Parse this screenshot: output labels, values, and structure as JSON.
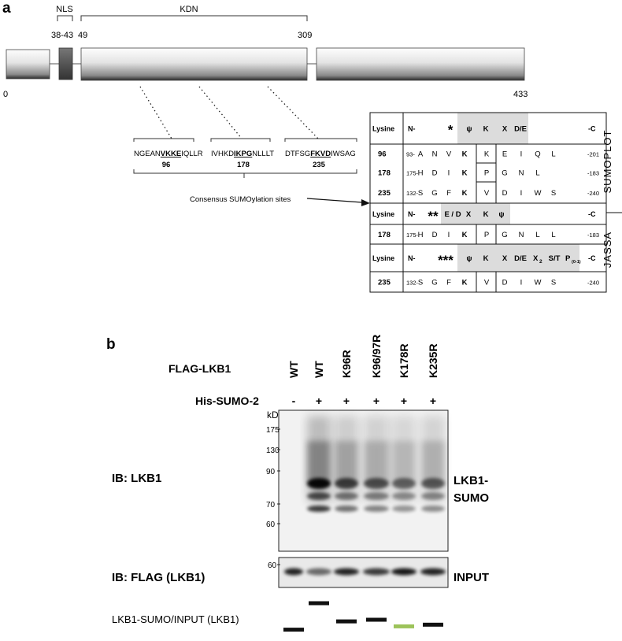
{
  "panel_a": {
    "letter": "a",
    "nls_label": "NLS",
    "kdn_label": "KDN",
    "nls_range": "38-43",
    "pos_49": "49",
    "pos_309": "309",
    "pos_0": "0",
    "pos_433": "433",
    "motifs": [
      {
        "pre": "NGEAN",
        "core": "VKKE",
        "post": "IQLLR",
        "num": "96"
      },
      {
        "pre": "IVHKD",
        "core": "IKPG",
        "post": "NLLLT",
        "num": "178"
      },
      {
        "pre": "DTFSG",
        "core": "FKVD",
        "post": "IWSAG",
        "num": "235"
      }
    ],
    "consensus_label": "Consensus SUMOylation sites",
    "sumoplot_label": "SUMOPLOT",
    "jassa_label": "JASSA",
    "table": {
      "lysine": "Lysine",
      "n_term": "N-",
      "c_term": "-C",
      "sumoplot_header": {
        "star": "*",
        "cells": [
          "ψ",
          "K",
          "X",
          "D/E"
        ]
      },
      "sumoplot_rows": [
        {
          "lys": "96",
          "start": "93-",
          "res": [
            "A",
            "N",
            "V",
            "K",
            "K",
            "E",
            "I",
            "Q",
            "L"
          ],
          "end": "-201"
        },
        {
          "lys": "178",
          "start": "175-",
          "res": [
            "H",
            "D",
            "I",
            "K",
            "P",
            "G",
            "N",
            "L",
            ""
          ],
          "end": "-183"
        },
        {
          "lys": "235",
          "start": "132-",
          "res": [
            "S",
            "G",
            "F",
            "K",
            "V",
            "D",
            "I",
            "W",
            "S"
          ],
          "end": "-240"
        }
      ],
      "jassa_header1": {
        "stars": "**",
        "cells": [
          "E / D",
          "X",
          "K",
          "ψ"
        ]
      },
      "jassa_row1": {
        "lys": "178",
        "start": "175-",
        "res": [
          "H",
          "D",
          "I",
          "K",
          "P",
          "G",
          "N",
          "L",
          "L"
        ],
        "end": "-183"
      },
      "jassa_header2": {
        "stars": "***",
        "cells": [
          "ψ",
          "K",
          "X",
          "D/E",
          "X",
          "2",
          "S/T",
          "P",
          "(0-1)"
        ]
      },
      "jassa_row2": {
        "lys": "235",
        "start": "132-",
        "res": [
          "S",
          "G",
          "F",
          "K",
          "V",
          "D",
          "I",
          "W",
          "S"
        ],
        "end": "-240"
      }
    }
  },
  "panel_b": {
    "letter": "b",
    "flag_label": "FLAG-LKB1",
    "sumo_label": "His-SUMO-2",
    "lanes": [
      {
        "name": "WT",
        "sumo": "-"
      },
      {
        "name": "WT",
        "sumo": "+"
      },
      {
        "name": "K96R",
        "sumo": "+"
      },
      {
        "name": "K96/97R",
        "sumo": "+"
      },
      {
        "name": "K178R",
        "sumo": "+"
      },
      {
        "name": "K235R",
        "sumo": "+"
      }
    ],
    "kda_label": "kDa",
    "mw_markers": [
      "175",
      "130",
      "90",
      "70",
      "60"
    ],
    "input_marker": "60",
    "ib_lkb1": "IB: LKB1",
    "ib_flag": "IB: FLAG (LKB1)",
    "sumo_band_label_1": "LKB1-",
    "sumo_band_label_2": "SUMO",
    "input_label": "INPUT",
    "ratio_label": "LKB1-SUMO/INPUT (LKB1)",
    "ratio_values": [
      0.2,
      1.0,
      0.45,
      0.5,
      0.3,
      0.35
    ],
    "ratio_colors": [
      "#111111",
      "#111111",
      "#111111",
      "#111111",
      "#9cc35a",
      "#111111"
    ]
  }
}
